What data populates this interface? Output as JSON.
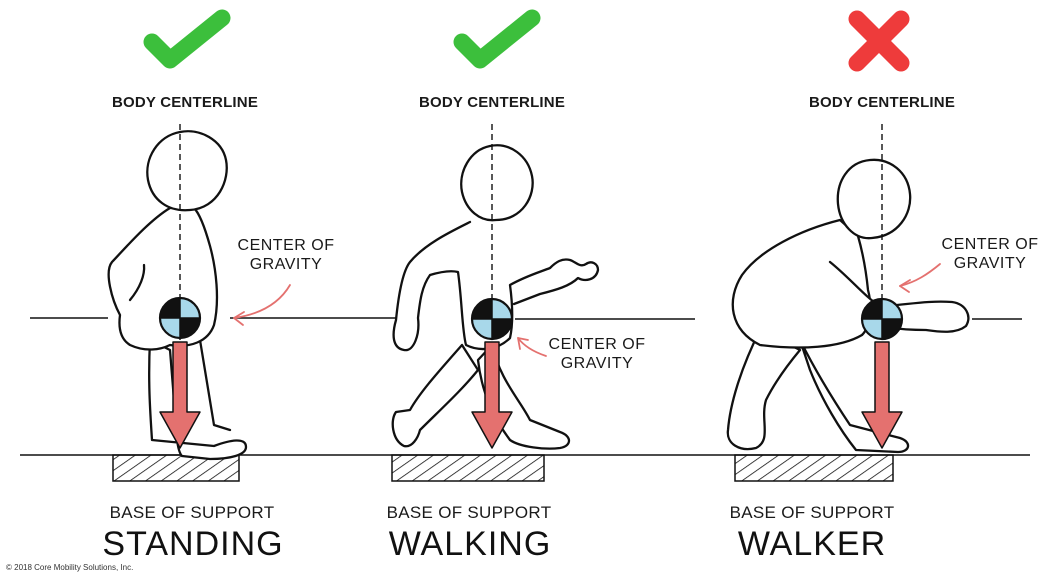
{
  "colors": {
    "check": "#3cbf3c",
    "cross": "#ee3b3b",
    "arrow": "#e4716f",
    "cog_fill": "#a8d8ea",
    "ink": "#111111"
  },
  "panels": [
    {
      "status_icon": "check-icon",
      "centerline_label": "BODY CENTERLINE",
      "cog_label_line1": "CENTER OF",
      "cog_label_line2": "GRAVITY",
      "base_label": "BASE OF SUPPORT",
      "title": "STANDING"
    },
    {
      "status_icon": "check-icon",
      "centerline_label": "BODY CENTERLINE",
      "cog_label_line1": "CENTER OF",
      "cog_label_line2": "GRAVITY",
      "base_label": "BASE OF SUPPORT",
      "title": "WALKING"
    },
    {
      "status_icon": "cross-icon",
      "centerline_label": "BODY  CENTERLINE",
      "cog_label_line1": "CENTER OF",
      "cog_label_line2": "GRAVITY",
      "base_label": "BASE OF SUPPORT",
      "title": "WALKER"
    }
  ],
  "copyright": "© 2018 Core Mobility Solutions, Inc."
}
